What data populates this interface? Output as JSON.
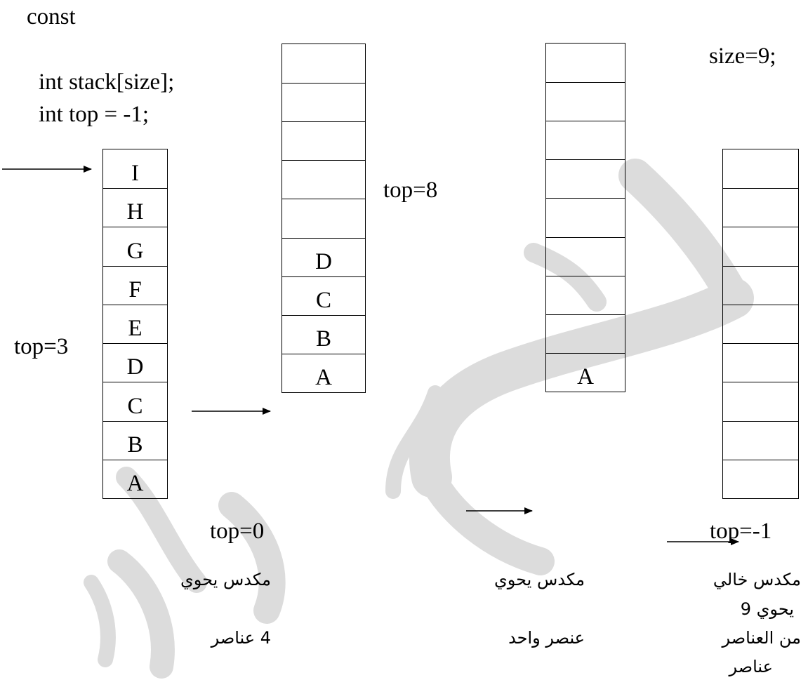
{
  "code": {
    "line1": "const",
    "line2": "int stack[size];",
    "line3": "int top = -1;",
    "size": "size=9;"
  },
  "labels": {
    "top_full": "top=3",
    "top_four": "top=8",
    "top_one": "top=0",
    "top_empty": "top=-1"
  },
  "stacks": {
    "full": {
      "cells": [
        "I",
        "H",
        "G",
        "F",
        "E",
        "D",
        "C",
        "B",
        "A"
      ]
    },
    "four": {
      "cells": [
        "",
        "",
        "",
        "",
        "",
        "D",
        "C",
        "B",
        "A"
      ]
    },
    "one": {
      "cells": [
        "",
        "",
        "",
        "",
        "",
        "",
        "",
        "",
        "A"
      ]
    },
    "empty": {
      "cells": [
        "",
        "",
        "",
        "",
        "",
        "",
        "",
        "",
        ""
      ]
    }
  },
  "captions": {
    "four": {
      "line1": "مكدس يحوي",
      "line2": "4 عناصر"
    },
    "one": {
      "line1": "مكدس يحوي",
      "line2": "عنصر واحد"
    },
    "empty": {
      "line1": "مكدس خالي",
      "line2": "يحوي 9",
      "line3": "من العناصر",
      "line4": "عناصر"
    }
  },
  "colors": {
    "watermark": "#d9d9d9",
    "ink": "#000000"
  }
}
